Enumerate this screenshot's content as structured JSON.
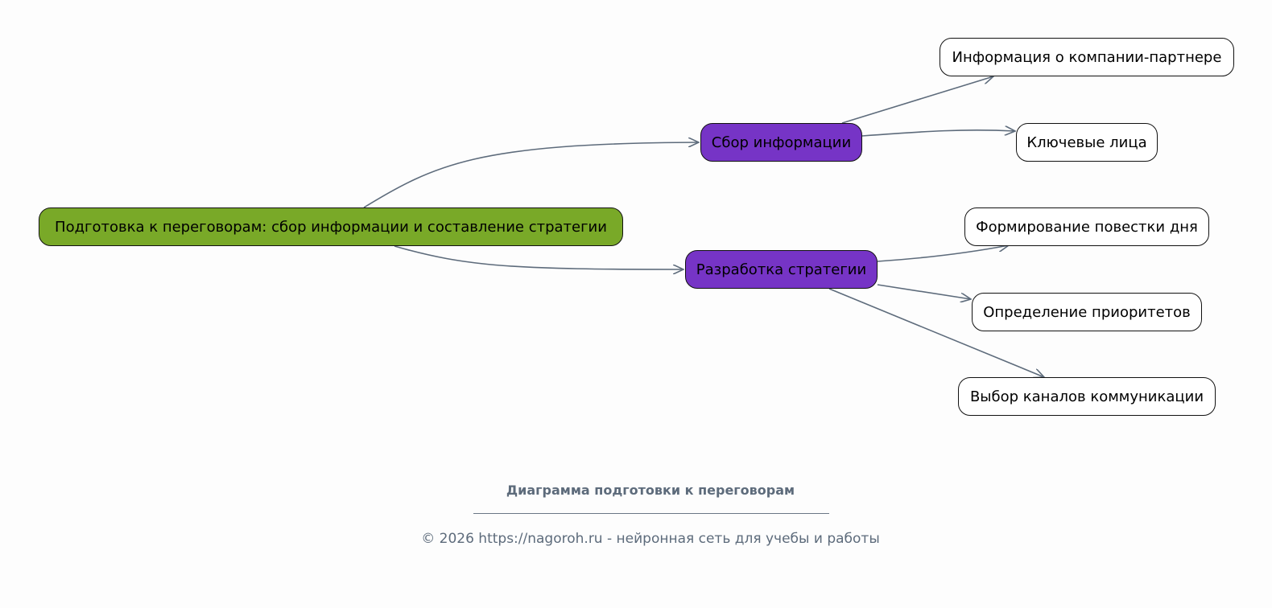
{
  "diagram": {
    "nodes": {
      "root": "Подготовка к переговорам: сбор информации и составление стратегии",
      "sbor": "Сбор информации",
      "razr": "Разработка стратегии",
      "info": "Информация о компании-партнере",
      "kl": "Ключевые лица",
      "form": "Формирование повестки дня",
      "opr": "Определение приоритетов",
      "vyb": "Выбор каналов коммуникации"
    },
    "edges": [
      {
        "from": "root",
        "to": "sbor"
      },
      {
        "from": "root",
        "to": "razr"
      },
      {
        "from": "sbor",
        "to": "info"
      },
      {
        "from": "sbor",
        "to": "kl"
      },
      {
        "from": "razr",
        "to": "form"
      },
      {
        "from": "razr",
        "to": "opr"
      },
      {
        "from": "razr",
        "to": "vyb"
      }
    ],
    "colors": {
      "root_fill": "#79a928",
      "mid_fill": "#7634c6",
      "leaf_fill": "#ffffff",
      "edge": "#5d6b7b"
    }
  },
  "footer": {
    "title": "Диаграмма подготовки к переговорам",
    "copyright": "© 2026 https://nagoroh.ru - нейронная сеть для учебы и работы"
  }
}
